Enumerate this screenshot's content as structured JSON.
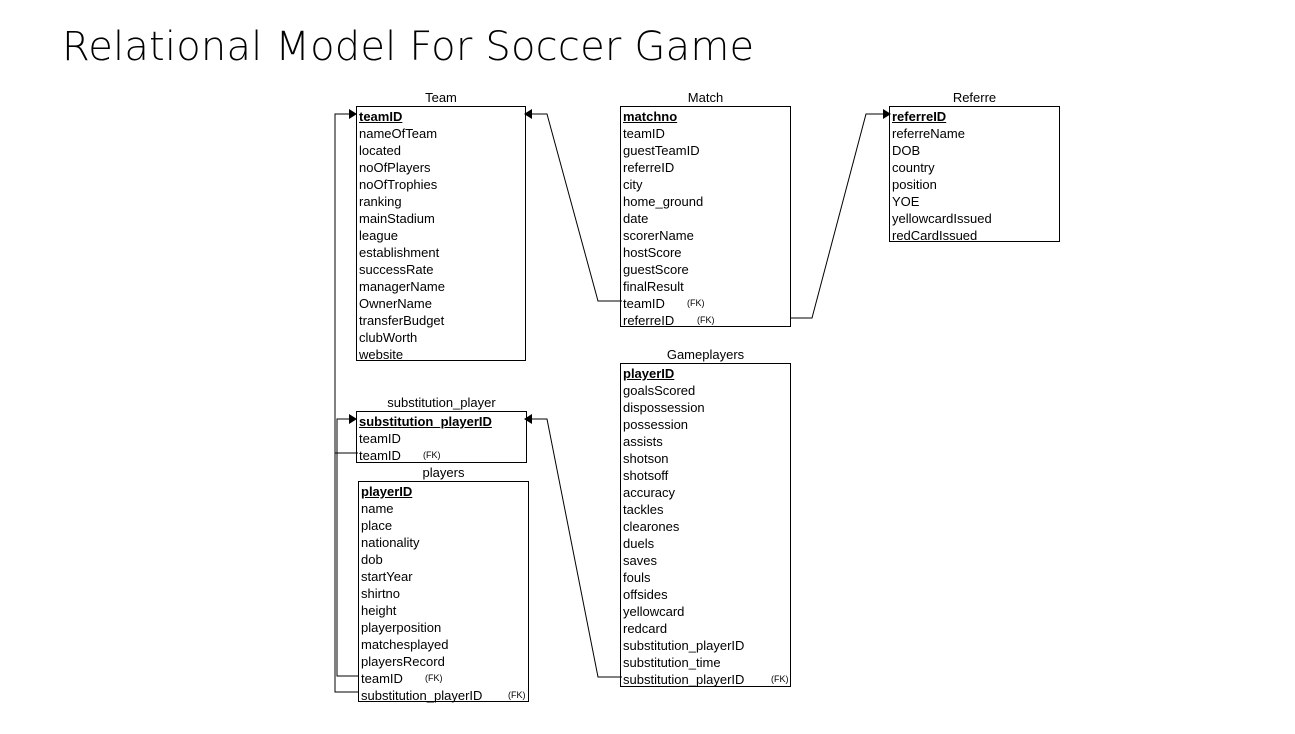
{
  "slide": {
    "title": "Relational Model For Soccer Game"
  },
  "tables": {
    "team": {
      "name": "Team",
      "pk": "teamID",
      "attributes": [
        "nameOfTeam",
        "located",
        "noOfPlayers",
        "noOfTrophies",
        "ranking",
        "mainStadium",
        "league",
        "establishment",
        "successRate",
        "managerName",
        "OwnerName",
        "transferBudget",
        "clubWorth",
        "website"
      ]
    },
    "match": {
      "name": "Match",
      "pk": "matchno",
      "attributes": [
        "teamID",
        "guestTeamID",
        "referreID",
        "city",
        "home_ground",
        "date",
        "scorerName",
        "hostScore",
        "guestScore",
        "finalResult",
        "teamID",
        "referreID"
      ],
      "fk_label": "(FK)"
    },
    "referre": {
      "name": "Referre",
      "pk": "referreID",
      "attributes": [
        "referreName",
        "DOB",
        "country",
        "position",
        "YOE",
        "yellowcardIssued",
        "redCardIssued"
      ]
    },
    "substitution": {
      "name": "substitution_player",
      "pk": "substitution_playerID",
      "attributes": [
        "teamID",
        "teamID"
      ],
      "fk_label": "(FK)"
    },
    "players": {
      "name": "players",
      "pk": "playerID",
      "attributes": [
        "name",
        "place",
        "nationality",
        "dob",
        "startYear",
        "shirtno",
        "height",
        "playerposition",
        "matchesplayed",
        "playersRecord",
        "teamID",
        "substitution_playerID"
      ],
      "fk_label": "(FK)"
    },
    "gameplayers": {
      "name": "Gameplayers",
      "pk": "playerID",
      "attributes": [
        "goalsScored",
        "dispossession",
        "possession",
        "assists",
        "shotson",
        "shotsoff",
        "accuracy",
        "tackles",
        "clearones",
        "duels",
        "saves",
        "fouls",
        "offsides",
        "yellowcard",
        "redcard",
        "substitution_playerID",
        "substitution_time",
        "substitution_playerID"
      ],
      "fk_label": "(FK)"
    }
  }
}
